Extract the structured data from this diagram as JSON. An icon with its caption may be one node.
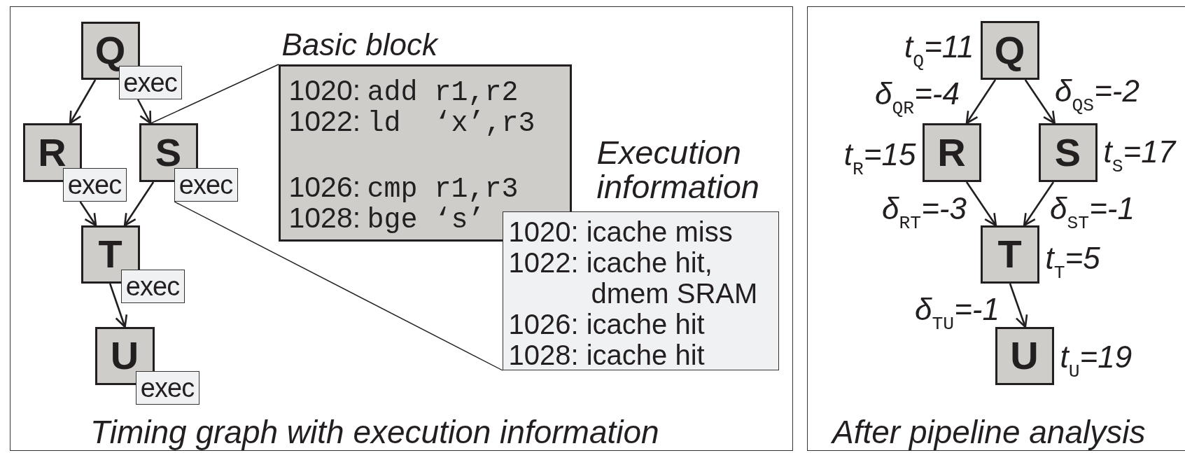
{
  "diagram": {
    "nodes": [
      {
        "text": [
          "Timing graph with execution information"
        ]
      },
      {
        "text": [
          "Q"
        ],
        "in": 0
      },
      {
        "text": [
          "exec"
        ],
        "in": 0
      },
      {
        "text": [
          "R"
        ],
        "in": 0
      },
      {
        "text": [
          "exec"
        ],
        "in": 0
      },
      {
        "text": [
          "S"
        ],
        "in": 0
      },
      {
        "text": [
          "exec"
        ],
        "in": 0
      },
      {
        "text": [
          "T"
        ],
        "in": 0
      },
      {
        "text": [
          "exec"
        ],
        "in": 0
      },
      {
        "text": [
          "U"
        ],
        "in": 0
      },
      {
        "text": [
          "exec"
        ],
        "in": 0
      },
      {
        "text": [
          "Basic block",
          "1020:",
          "add r1,r2",
          "1022:",
          "ld  ‘x’,r3",
          "1026:",
          "cmp r1,r3",
          "1028:",
          "bge ‘s’"
        ],
        "in": 0
      },
      {
        "text": [
          "Execution information",
          "1020: icache miss",
          "1022: icache hit, dmem SRAM",
          "1026: icache hit",
          "1028: icache hit"
        ],
        "in": 0
      },
      {
        "text": [
          "After pipeline analysis"
        ]
      },
      {
        "text": [
          "Q"
        ],
        "in": 13,
        "beside": [
          "t$_{Q}$=11"
        ]
      },
      {
        "text": [
          "R"
        ],
        "in": 13,
        "beside": [
          "t$_{R}$=15"
        ]
      },
      {
        "text": [
          "S"
        ],
        "in": 13,
        "beside": [
          "t$_{S}$=17"
        ]
      },
      {
        "text": [
          "T"
        ],
        "in": 13,
        "beside": [
          "t$_{T}$=5"
        ]
      },
      {
        "text": [
          "U"
        ],
        "in": 13,
        "beside": [
          "t$_{U}$=19"
        ]
      }
    ],
    "edges": [
      {
        "from": 1,
        "to": 3,
        "arrow": "to"
      },
      {
        "from": 2,
        "to": 5,
        "arrow": "to"
      },
      {
        "from": 4,
        "to": 7,
        "arrow": "to"
      },
      {
        "from": 5,
        "to": 7,
        "arrow": "to"
      },
      {
        "from": 7,
        "to": 9,
        "arrow": "to"
      },
      {
        "from": 5,
        "to": 11,
        "arrow": "none"
      },
      {
        "from": 6,
        "to": 12,
        "arrow": "none"
      },
      {
        "from": 14,
        "to": 15,
        "arrow": "to",
        "label": "δ$_{QR}$=-4"
      },
      {
        "from": 14,
        "to": 16,
        "arrow": "to",
        "label": "δ$_{QS}$=-2"
      },
      {
        "from": 15,
        "to": 17,
        "arrow": "to",
        "label": "δ$_{RT}$=-3"
      },
      {
        "from": 16,
        "to": 17,
        "arrow": "to",
        "label": "δ$_{ST}$=-1"
      },
      {
        "from": 17,
        "to": 18,
        "arrow": "to",
        "label": "δ$_{TU}$=-1"
      }
    ]
  }
}
